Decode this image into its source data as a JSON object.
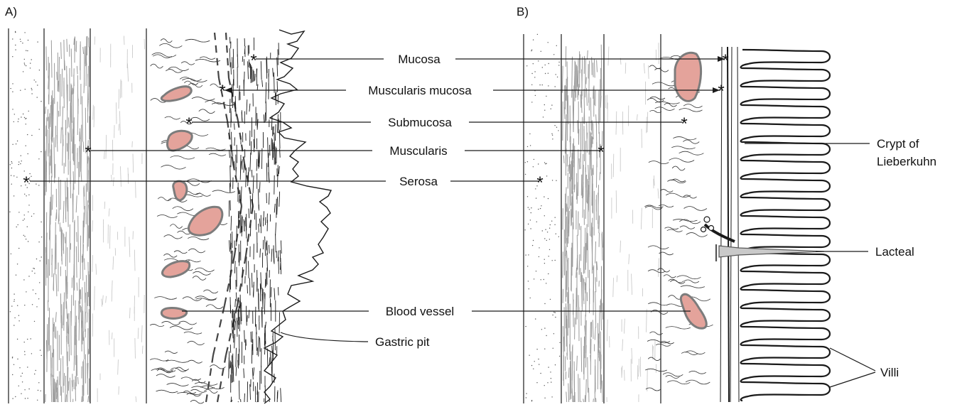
{
  "panels": [
    {
      "id": "A",
      "label": "A)"
    },
    {
      "id": "B",
      "label": "B)"
    }
  ],
  "layers": {
    "mucosa": "Mucosa",
    "muscularis_mucosa": "Muscularis mucosa",
    "submucosa": "Submucosa",
    "muscularis": "Muscularis",
    "serosa": "Serosa",
    "blood_vessel": "Blood vessel"
  },
  "panel_a_labels": {
    "gastric_pit": "Gastric pit"
  },
  "panel_b_labels": {
    "crypt_line1": "Crypt of",
    "crypt_line2": "Lieberkuhn",
    "lacteal": "Lacteal",
    "villi": "Villi"
  },
  "colors": {
    "blood_vessel_fill": "#e4a39b",
    "blood_vessel_stroke": "#7c7c7c",
    "line": "#1a1a1a",
    "muscle_fiber": "#9a9a9a",
    "lacteal_fill": "#c9c9c9"
  }
}
